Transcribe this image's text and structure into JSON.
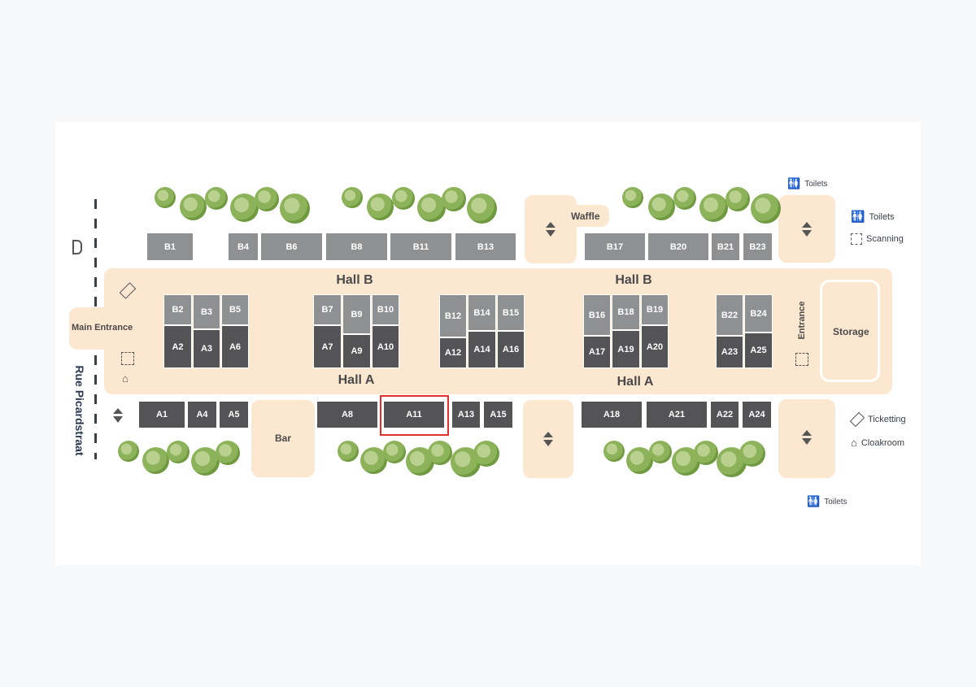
{
  "map": {
    "street_name": "Rue Picardstraat",
    "main_entrance": "Main Entrance",
    "side_entrance": "Entrance",
    "storage": "Storage",
    "bar": "Bar",
    "waffle": "Waffle",
    "halls": [
      "Hall B",
      "Hall B",
      "Hall A",
      "Hall A"
    ],
    "selected_booth": "A11",
    "colors": {
      "hall": "#fce7d1",
      "booth_b": "#8f9092",
      "booth_a": "#545456",
      "highlight": "#e0322a",
      "trees": "#8db35a"
    },
    "booths": [
      "B1",
      "B4",
      "B6",
      "B8",
      "B11",
      "B13",
      "B17",
      "B20",
      "B21",
      "B23",
      "B2",
      "B3",
      "B5",
      "A2",
      "A3",
      "A6",
      "B7",
      "B9",
      "B10",
      "A7",
      "A9",
      "A10",
      "B12",
      "B14",
      "B15",
      "A12",
      "A14",
      "A16",
      "B16",
      "B18",
      "B19",
      "A17",
      "A19",
      "A20",
      "B22",
      "B24",
      "A23",
      "A25",
      "A1",
      "A4",
      "A5",
      "A8",
      "A11",
      "A13",
      "A15",
      "A18",
      "A21",
      "A22",
      "A24"
    ]
  },
  "legend": {
    "toilets_top": "Toilets",
    "toilets": "Toilets",
    "scanning": "Scanning",
    "ticketing": "Ticketting",
    "cloakroom": "Cloakroom",
    "toilets_bottom": "Toilets"
  }
}
